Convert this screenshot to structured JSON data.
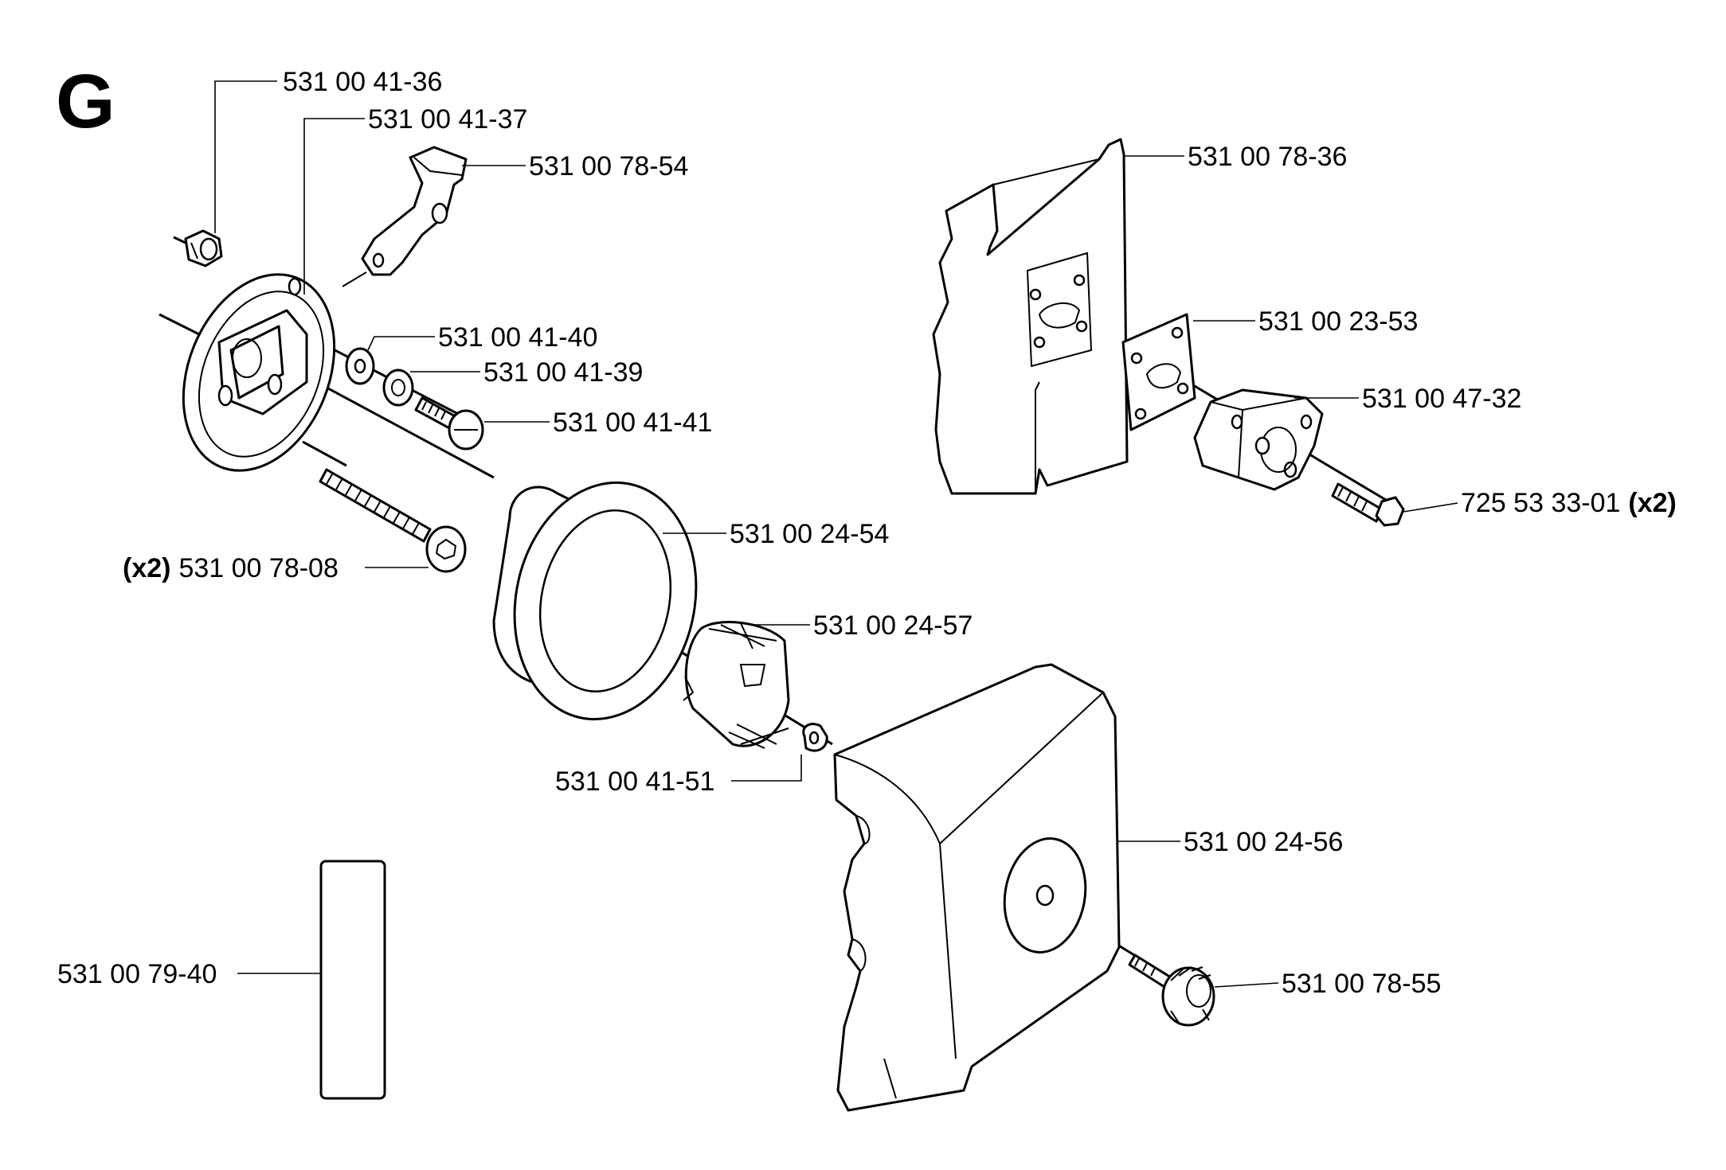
{
  "section_letter": "G",
  "labels": {
    "p_531_00_41_36": "531 00 41-36",
    "p_531_00_41_37": "531 00 41-37",
    "p_531_00_78_54": "531 00 78-54",
    "p_531_00_41_40": "531 00 41-40",
    "p_531_00_41_39": "531 00 41-39",
    "p_531_00_41_41": "531 00 41-41",
    "p_531_00_78_08": "531 00 78-08",
    "p_531_00_24_54": "531 00 24-54",
    "p_531_00_24_57": "531 00 24-57",
    "p_531_00_41_51": "531 00 41-51",
    "p_531_00_79_40": "531 00 79-40",
    "p_531_00_78_36": "531 00 78-36",
    "p_531_00_23_53": "531 00 23-53",
    "p_531_00_47_32": "531 00 47-32",
    "p_725_53_33_01": "725 53 33-01",
    "p_531_00_24_56": "531 00 24-56",
    "p_531_00_78_55": "531 00 78-55"
  },
  "quantities": {
    "p_531_00_78_08": "(x2)",
    "p_725_53_33_01": "(x2)"
  }
}
